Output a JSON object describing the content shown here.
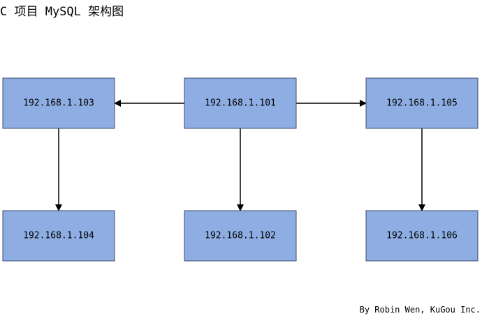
{
  "title": "C 项目 MySQL 架构图",
  "footer": "By Robin Wen, KuGou Inc.",
  "colors": {
    "node_fill": "#8eaee3",
    "node_stroke": "#3b4a6b",
    "edge": "#000000"
  },
  "nodes": [
    {
      "id": "n101",
      "label": "192.168.1.101"
    },
    {
      "id": "n103",
      "label": "192.168.1.103"
    },
    {
      "id": "n105",
      "label": "192.168.1.105"
    },
    {
      "id": "n102",
      "label": "192.168.1.102"
    },
    {
      "id": "n104",
      "label": "192.168.1.104"
    },
    {
      "id": "n106",
      "label": "192.168.1.106"
    }
  ],
  "edges": [
    {
      "from": "n101",
      "to": "n103"
    },
    {
      "from": "n101",
      "to": "n105"
    },
    {
      "from": "n101",
      "to": "n102"
    },
    {
      "from": "n103",
      "to": "n104"
    },
    {
      "from": "n105",
      "to": "n106"
    }
  ]
}
